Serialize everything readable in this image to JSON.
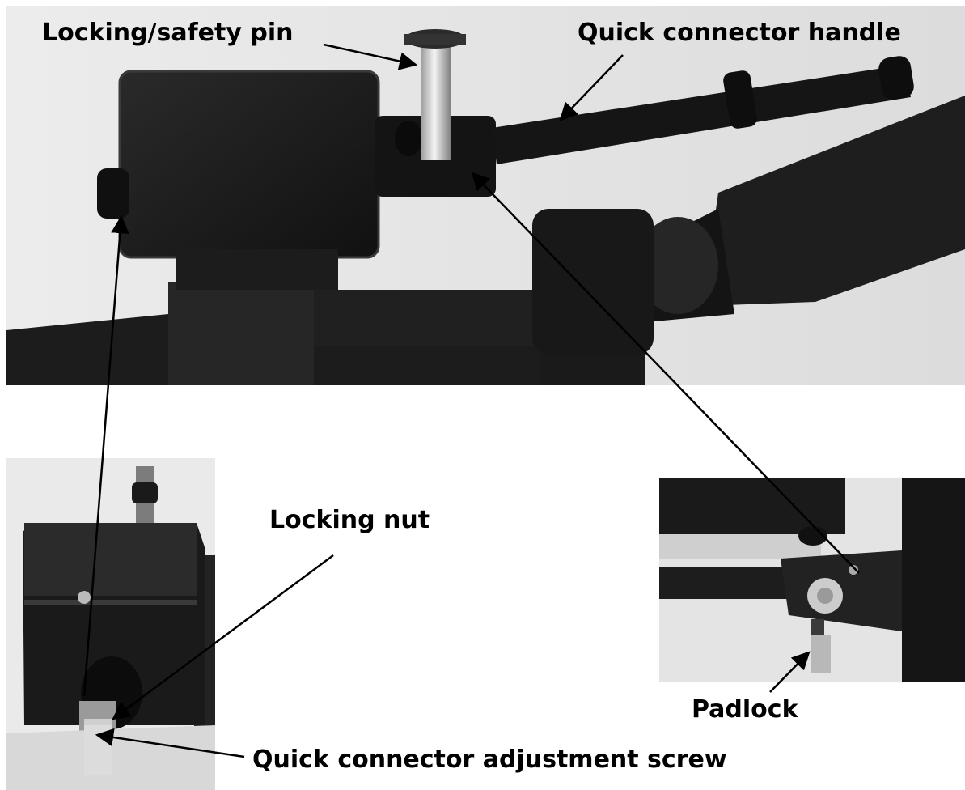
{
  "labels": {
    "locking_pin": "Locking/safety pin",
    "connector_handle": "Quick connector handle",
    "locking_nut": "Locking nut",
    "padlock": "Padlock",
    "adjustment_screw": "Quick connector adjustment screw"
  },
  "colors": {
    "background": "#ffffff",
    "text": "#000000",
    "metal_dark": "#1a1a1a",
    "wall": "#e6e6e6"
  }
}
